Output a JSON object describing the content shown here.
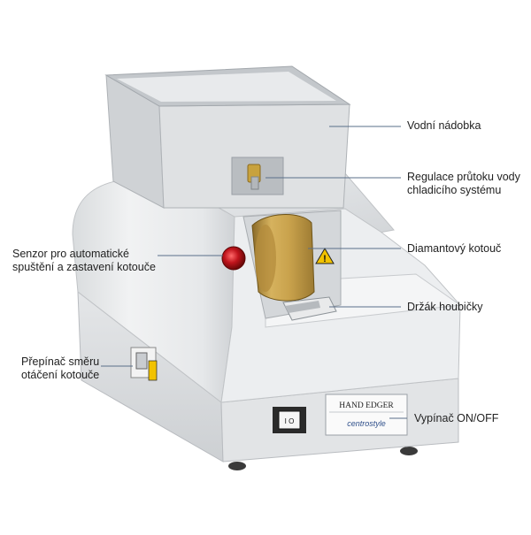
{
  "labels": {
    "water_container": "Vodní nádobka",
    "flow_regulation_line1": "Regulace průtoku vody",
    "flow_regulation_line2": "chladicího systému",
    "diamond_wheel": "Diamantový kotouč",
    "sensor_line1": "Senzor pro automatické",
    "sensor_line2": "spuštění a zastavení kotouče",
    "sponge_holder": "Držák houbičky",
    "direction_switch_line1": "Přepínač směru",
    "direction_switch_line2": "otáčení kotouče",
    "power_switch": "Vypínač ON/OFF"
  },
  "nameplate": {
    "model": "HAND EDGER",
    "brand": "centrostyle"
  },
  "colors": {
    "body": "#e9ebec",
    "body_shadow": "#c9cccf",
    "wheel": "#c9a24c",
    "sensor": "#c0141c",
    "warning": "#f2c200",
    "leader_line": "#5a6f8a"
  }
}
